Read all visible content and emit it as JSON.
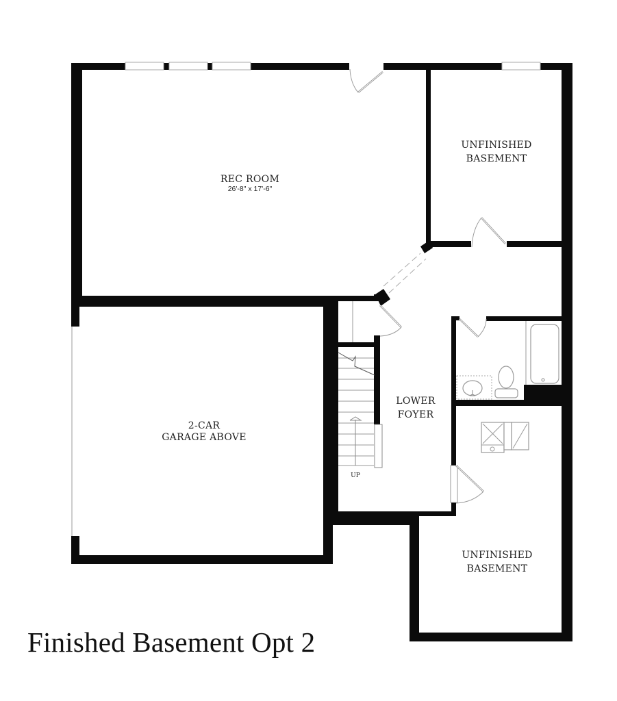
{
  "plan": {
    "title": "Finished Basement Opt 2",
    "background": "#ffffff",
    "wall_color": "#0b0b0b"
  },
  "rooms": {
    "rec_room": {
      "name": "REC ROOM",
      "dimensions": "26'-8\" x 17'-6\""
    },
    "unfinished_basement_upper": {
      "line1": "UNFINISHED",
      "line2": "BASEMENT"
    },
    "garage": {
      "line1": "2-CAR",
      "line2": "GARAGE ABOVE"
    },
    "lower_foyer": {
      "line1": "LOWER",
      "line2": "FOYER"
    },
    "unfinished_basement_lower": {
      "line1": "UNFINISHED",
      "line2": "BASEMENT"
    }
  },
  "stairs": {
    "direction_label": "UP"
  },
  "fixtures": [
    "bathtub-icon",
    "toilet-icon",
    "sink-vanity-icon",
    "water-heater-icon",
    "furnace-icon"
  ]
}
